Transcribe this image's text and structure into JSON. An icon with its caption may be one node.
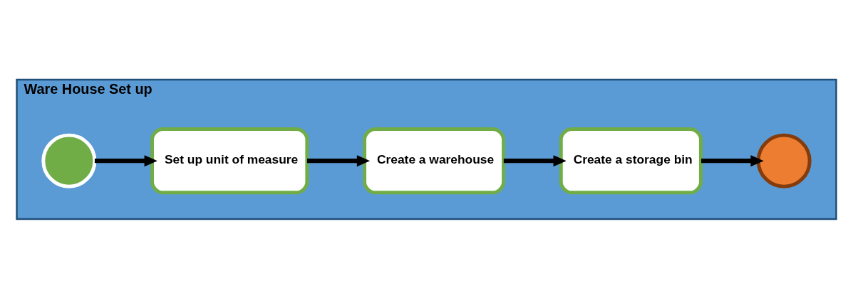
{
  "diagram": {
    "nodes": [
      {
        "text": [
          "Ware House Set up"
        ]
      },
      {
        "text": [],
        "shape": "circle",
        "in": 0
      },
      {
        "text": [
          "Set up unit of measure"
        ],
        "in": 0
      },
      {
        "text": [
          "Create a warehouse"
        ],
        "in": 0
      },
      {
        "text": [
          "Create a storage bin"
        ],
        "in": 0
      },
      {
        "text": [],
        "shape": "circle",
        "in": 0
      }
    ],
    "edges": [
      {
        "from": 1,
        "to": 2,
        "arrow": "to"
      },
      {
        "from": 2,
        "to": 3,
        "arrow": "to"
      },
      {
        "from": 3,
        "to": 4,
        "arrow": "to"
      },
      {
        "from": 4,
        "to": 5,
        "arrow": "to"
      }
    ]
  }
}
